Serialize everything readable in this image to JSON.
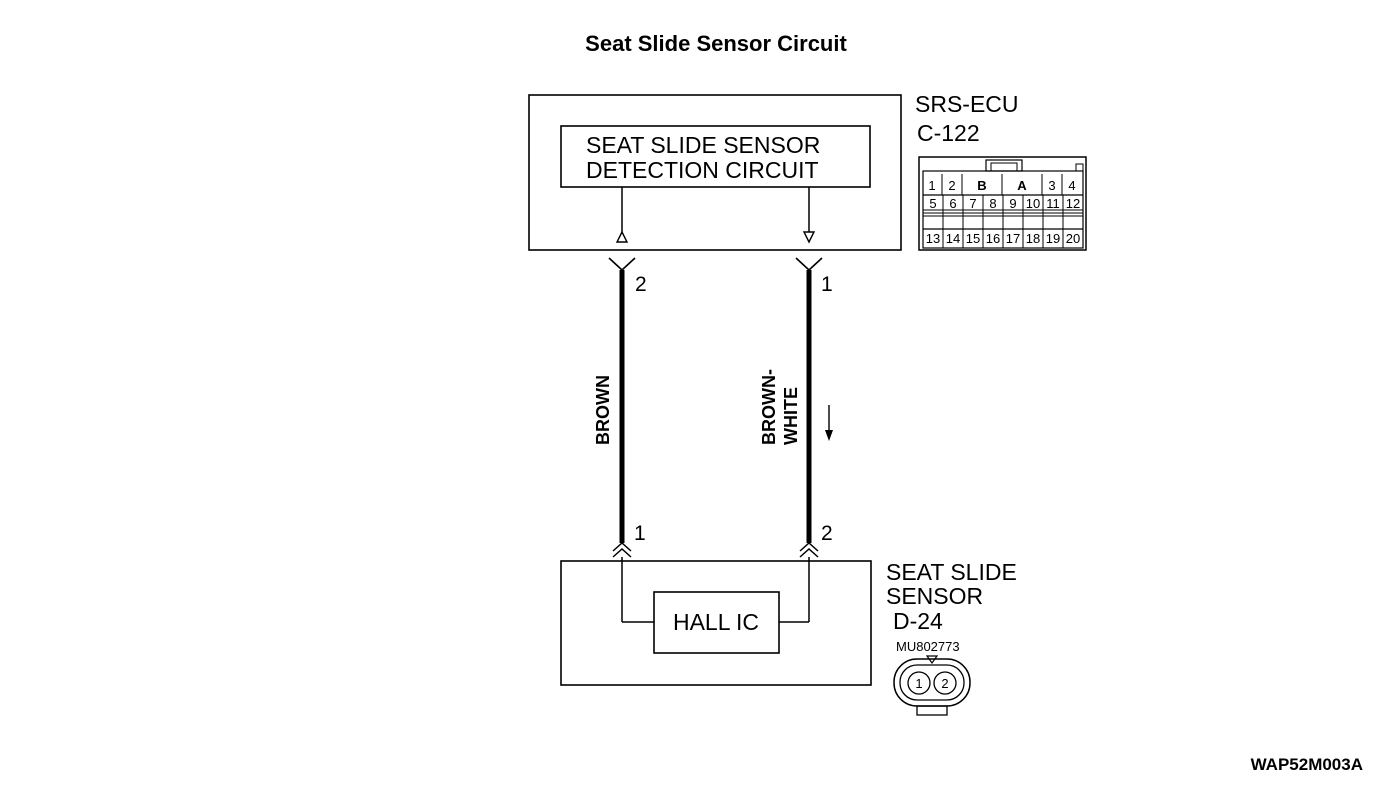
{
  "title": "Seat Slide Sensor Circuit",
  "ecu": {
    "name": "SRS-ECU",
    "connector": "C-122",
    "circuit_line1": "SEAT SLIDE SENSOR",
    "circuit_line2": "DETECTION CIRCUIT",
    "pin_left": "2",
    "pin_right": "1"
  },
  "ecu_connector_pins": {
    "row1": [
      "1",
      "2",
      "B",
      "A",
      "3",
      "4"
    ],
    "row2": [
      "5",
      "6",
      "7",
      "8",
      "9",
      "10",
      "11",
      "12"
    ],
    "row3": [
      "13",
      "14",
      "15",
      "16",
      "17",
      "18",
      "19",
      "20"
    ]
  },
  "wires": {
    "left_color": "BROWN",
    "right_color_line1": "BROWN-",
    "right_color_line2": "WHITE"
  },
  "sensor": {
    "name_line1": "SEAT SLIDE",
    "name_line2": "SENSOR",
    "connector": "D-24",
    "part_number": "MU802773",
    "ic_label": "HALL IC",
    "pin_left": "1",
    "pin_right": "2",
    "connector_pins": [
      "1",
      "2"
    ]
  },
  "figure_code": "WAP52M003A"
}
